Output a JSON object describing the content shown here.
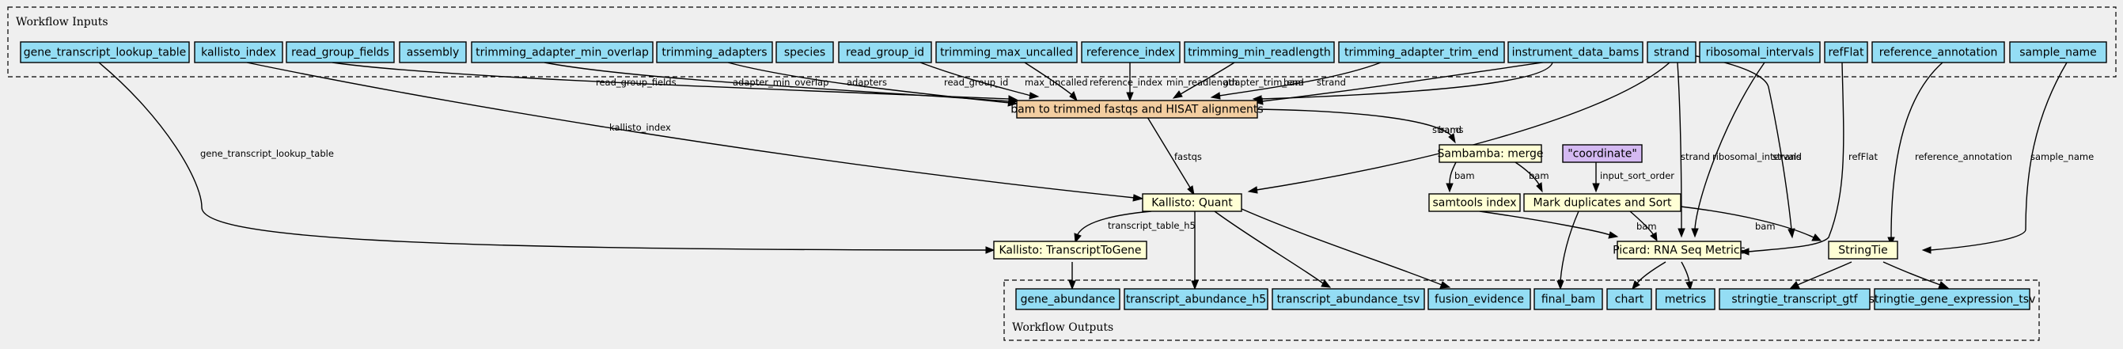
{
  "clusters": {
    "inputs_label": "Workflow Inputs",
    "outputs_label": "Workflow Outputs"
  },
  "colors": {
    "io_fill": "#94ddf4",
    "step_fill": "#ffffd5",
    "main_step_fill": "#f3cea1",
    "param_fill": "#d4b9f2"
  },
  "nodes": {
    "gene_transcript_lookup_table": "gene_transcript_lookup_table",
    "kallisto_index": "kallisto_index",
    "read_group_fields": "read_group_fields",
    "assembly": "assembly",
    "trimming_adapter_min_overlap": "trimming_adapter_min_overlap",
    "trimming_adapters": "trimming_adapters",
    "species": "species",
    "read_group_id": "read_group_id",
    "trimming_max_uncalled": "trimming_max_uncalled",
    "reference_index": "reference_index",
    "trimming_min_readlength": "trimming_min_readlength",
    "trimming_adapter_trim_end": "trimming_adapter_trim_end",
    "instrument_data_bams": "instrument_data_bams",
    "strand": "strand",
    "ribosomal_intervals": "ribosomal_intervals",
    "refFlat": "refFlat",
    "reference_annotation": "reference_annotation",
    "sample_name": "sample_name",
    "bam_to_trimmed": "bam to trimmed fastqs and HISAT alignments",
    "sambamba_merge": "Sambamba: merge",
    "coordinate": "\"coordinate\"",
    "kallisto_quant": "Kallisto: Quant",
    "samtools_index": "samtools index",
    "mark_duplicates": "Mark duplicates and Sort",
    "kallisto_transcript_to_gene": "Kallisto: TranscriptToGene",
    "picard_rnaseq_metrics": "Picard: RNA Seq Metrics",
    "stringtie": "StringTie",
    "gene_abundance": "gene_abundance",
    "transcript_abundance_h5": "transcript_abundance_h5",
    "transcript_abundance_tsv": "transcript_abundance_tsv",
    "fusion_evidence": "fusion_evidence",
    "final_bam": "final_bam",
    "chart": "chart",
    "metrics": "metrics",
    "stringtie_transcript_gtf": "stringtie_transcript_gtf",
    "stringtie_gene_expression_tsv": "stringtie_gene_expression_tsv"
  },
  "edges": {
    "gene_transcript_lookup_table": "gene_transcript_lookup_table",
    "kallisto_index": "kallisto_index",
    "read_group_fields": "read_group_fields",
    "adapter_min_overlap": "adapter_min_overlap",
    "adapters": "adapters",
    "read_group_id": "read_group_id",
    "max_uncalled": "max_uncalled",
    "reference_index": "reference_index",
    "min_readlength": "min_readlength",
    "adapter_trim_end": "adapter_trim_end",
    "bam": "bam",
    "strand": "strand",
    "bams": "bams",
    "fastqs": "fastqs",
    "input_sort_order": "input_sort_order",
    "ribosomal_intervals": "ribosomal_intervals",
    "refFlat": "refFlat",
    "reference_annotation": "reference_annotation",
    "sample_name": "sample_name",
    "transcript_table_h5": "transcript_table_h5"
  }
}
